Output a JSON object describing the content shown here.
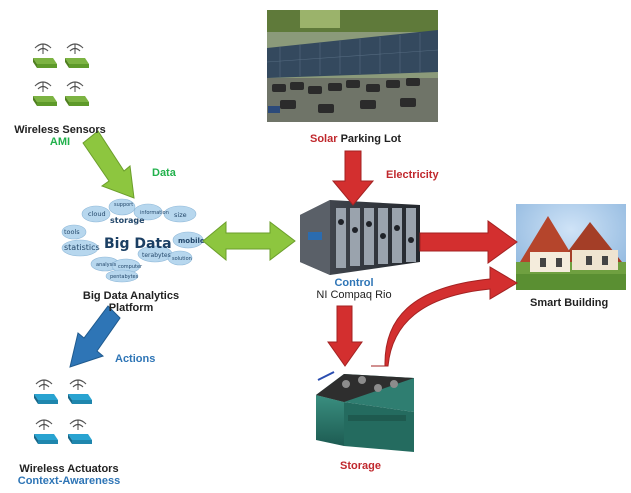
{
  "nodes": {
    "wireless_sensors": {
      "title": "Wireless Sensors",
      "subtitle": "AMI"
    },
    "big_data_cloud": {
      "words": [
        "cloud",
        "storage",
        "support",
        "information",
        "tools",
        "statistics",
        "Big Data",
        "mobile",
        "terabytes",
        "size",
        "analysis",
        "computer",
        "pentabytes",
        "solution"
      ]
    },
    "big_data_platform": {
      "title_line1": "Big Data Analytics",
      "title_line2": "Platform"
    },
    "wireless_actuators": {
      "title": "Wireless Actuators",
      "subtitle": "Context-Awareness"
    },
    "solar_parking": {
      "title_accent": "Solar",
      "title_rest": " Parking Lot"
    },
    "control": {
      "title": "Control",
      "subtitle": "NI Compaq Rio"
    },
    "smart_building": {
      "title": "Smart Building"
    },
    "storage": {
      "title": "Storage"
    }
  },
  "edges": {
    "data": "Data",
    "actions": "Actions",
    "electricity": "Electricity"
  },
  "colors": {
    "green_arrow": "#8dc63f",
    "blue_arrow": "#2e75b6",
    "red_arrow": "#d32f2f",
    "green_text": "#22b14c",
    "blue_text": "#2e75b6",
    "red_text": "#c0282d",
    "sensor_green": "#7cb342",
    "actuator_blue": "#29a3d1"
  }
}
